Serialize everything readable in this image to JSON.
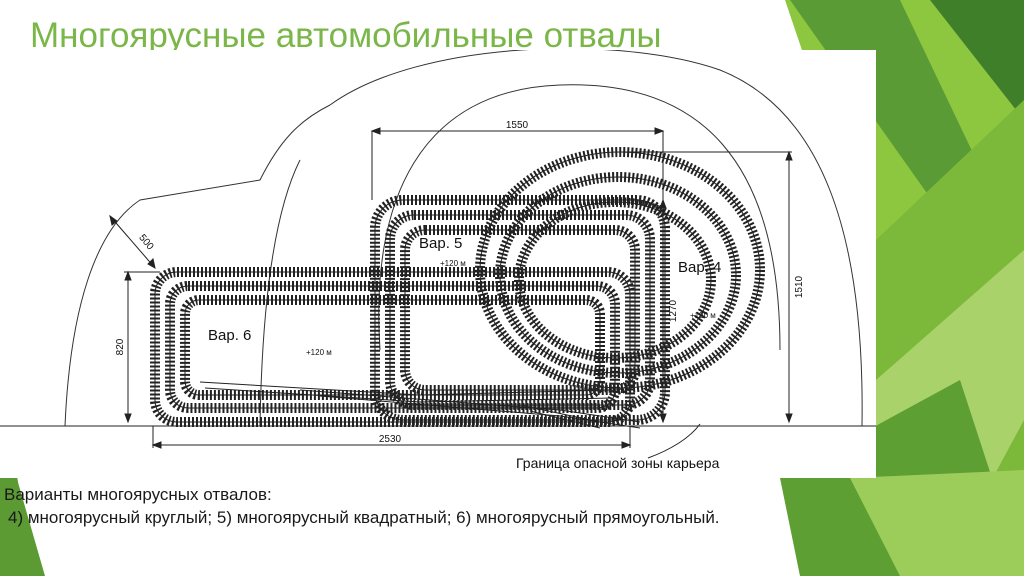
{
  "slide": {
    "title": "Многоярусные автомобильные отвалы",
    "caption_line1": "Варианты многоярусных отвалов:",
    "caption_line2": " 4) многоярусный круглый; 5) многоярусный квадратный; 6) многоярусный прямоугольный."
  },
  "diagram": {
    "labels": {
      "var4": "Вар. 4",
      "var5": "Вар. 5",
      "var6": "Вар. 6",
      "elev4": "+120 м",
      "elev5": "+120 м",
      "elev6": "+120 м",
      "boundary": "Граница опасной зоны карьера"
    },
    "dimensions": {
      "d1550": "1550",
      "d2530": "2530",
      "d1270": "1270",
      "d1510": "1510",
      "d820": "820",
      "d500": "500"
    }
  },
  "colors": {
    "accent_green": "#7ab648",
    "dark_green": "#3c7a2c",
    "light_green": "#b6d97a",
    "line": "#222222"
  }
}
